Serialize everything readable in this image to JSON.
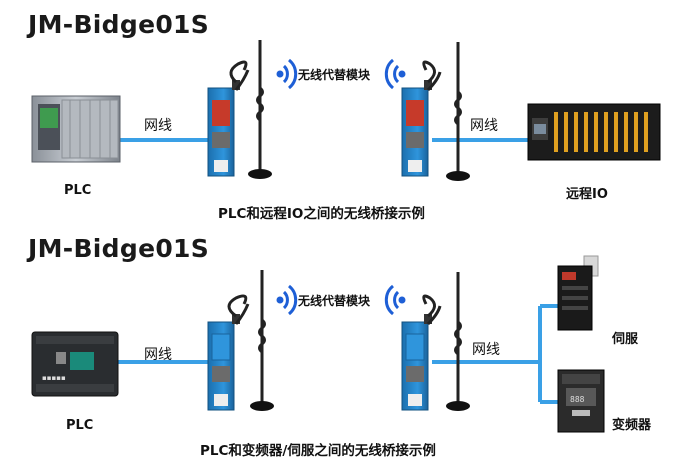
{
  "diagrams": [
    {
      "title": "JM-Bidge01S",
      "wireless_label": "无线代替模块",
      "left_wire_label": "网线",
      "right_wire_label": "网线",
      "left_device_label": "PLC",
      "right_device_labels": [
        "远程IO"
      ],
      "caption": "PLC和远程IO之间的无线桥接示例"
    },
    {
      "title": "JM-Bidge01S",
      "wireless_label": "无线代替模块",
      "left_wire_label": "网线",
      "right_wire_label": "网线",
      "left_device_label": "PLC",
      "right_device_labels": [
        "伺服",
        "变频器"
      ],
      "caption": "PLC和变频器/伺服之间的无线桥接示例"
    }
  ],
  "colors": {
    "cable": "#3aa0e6",
    "signal": "#1e5fd6",
    "module_blue": "#1f7fc4",
    "antenna": "#222222"
  }
}
